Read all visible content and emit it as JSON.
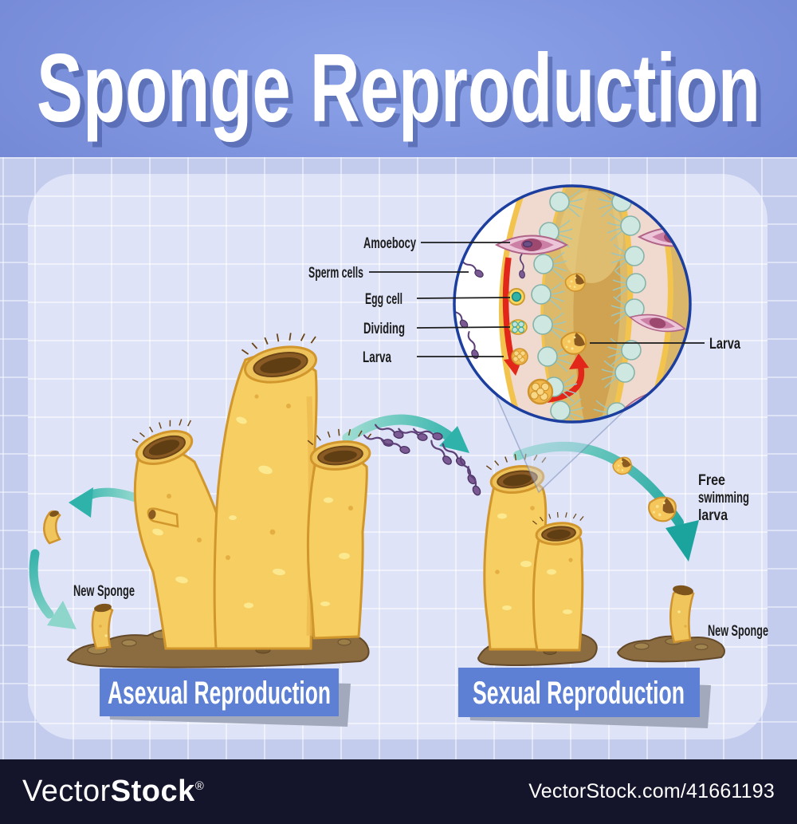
{
  "header": {
    "title": "Sponge Reproduction"
  },
  "inset": {
    "labels": {
      "amoebocy": "Amoebocy",
      "sperm_cells": "Sperm cells",
      "egg_cell": "Egg cell",
      "dividing": "Dividing",
      "larva_left": "Larva",
      "larva_right": "Larva"
    }
  },
  "asexual": {
    "new_sponge_label": "New Sponge",
    "banner_label": "Asexual Reproduction"
  },
  "sexual": {
    "free_swimming_larva_line1": "Free",
    "free_swimming_larva_line2": "swimming",
    "free_swimming_larva_line3": "larva",
    "new_sponge_label": "New Sponge",
    "banner_label": "Sexual Reproduction"
  },
  "watermark": {
    "brand_light": "Vector",
    "brand_bold": "Stock",
    "registered": "®",
    "site_ref": "VectorStock.com/41661193"
  },
  "colors": {
    "header_blue": "#7d92dd",
    "background": "#c4ccee",
    "card": "#dee3f7",
    "banner_blue": "#5d80d4",
    "banner_shadow": "#a3a9bd",
    "arrow_teal": "#30b0a8",
    "sponge_yellow": "#f6ce62",
    "sponge_outline": "#d1962c",
    "ground_brown": "#8a6c40",
    "inset_border_blue": "#1c3e9e",
    "red_arrow": "#e2261a",
    "sperm_purple": "#7b5a94",
    "footer_bar": "#14152a"
  }
}
